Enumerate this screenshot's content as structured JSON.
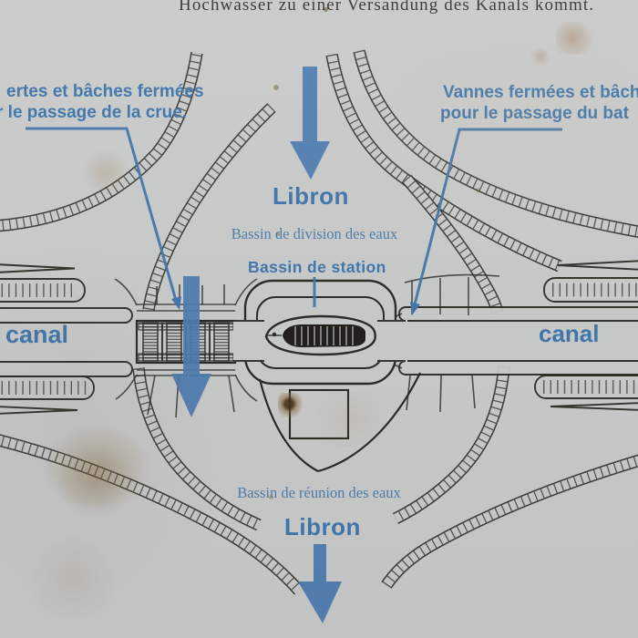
{
  "sign": {
    "top_caption_de": "Hochwasser zu einer Versandung des Kanals kommt.",
    "notes": {
      "left_line1": "ertes et bâches fermées",
      "left_line2": "r le passage de la crue.",
      "right_line1": "Vannes fermées et bâch",
      "right_line2": "pour le passage du bat"
    },
    "labels": {
      "river_top": "Libron",
      "river_bottom": "Libron",
      "division_basin": "Bassin de division des eaux",
      "station_basin": "Bassin de station",
      "reunion_basin": "Bassin de réunion des eaux",
      "canal_left": "canal",
      "canal_right": "canal"
    },
    "icons": {
      "flow_arrow_top": "thick blue arrow pointing down (Libron entering)",
      "flow_arrow_center": "thick blue arrow pointing down through sluice gates",
      "flow_arrow_bottom": "thick blue arrow pointing down (Libron exiting)",
      "leader_left": "blue leader line with arrowhead to left sluice gates",
      "leader_right": "blue leader line with arrowhead to right channel gates"
    },
    "colors": {
      "label_blue": "#3d73a9",
      "serif_blue": "#4c7bab",
      "arrow_blue": "#4879ae",
      "ink": "#26251f",
      "panel_background": "#c8cac9"
    }
  }
}
